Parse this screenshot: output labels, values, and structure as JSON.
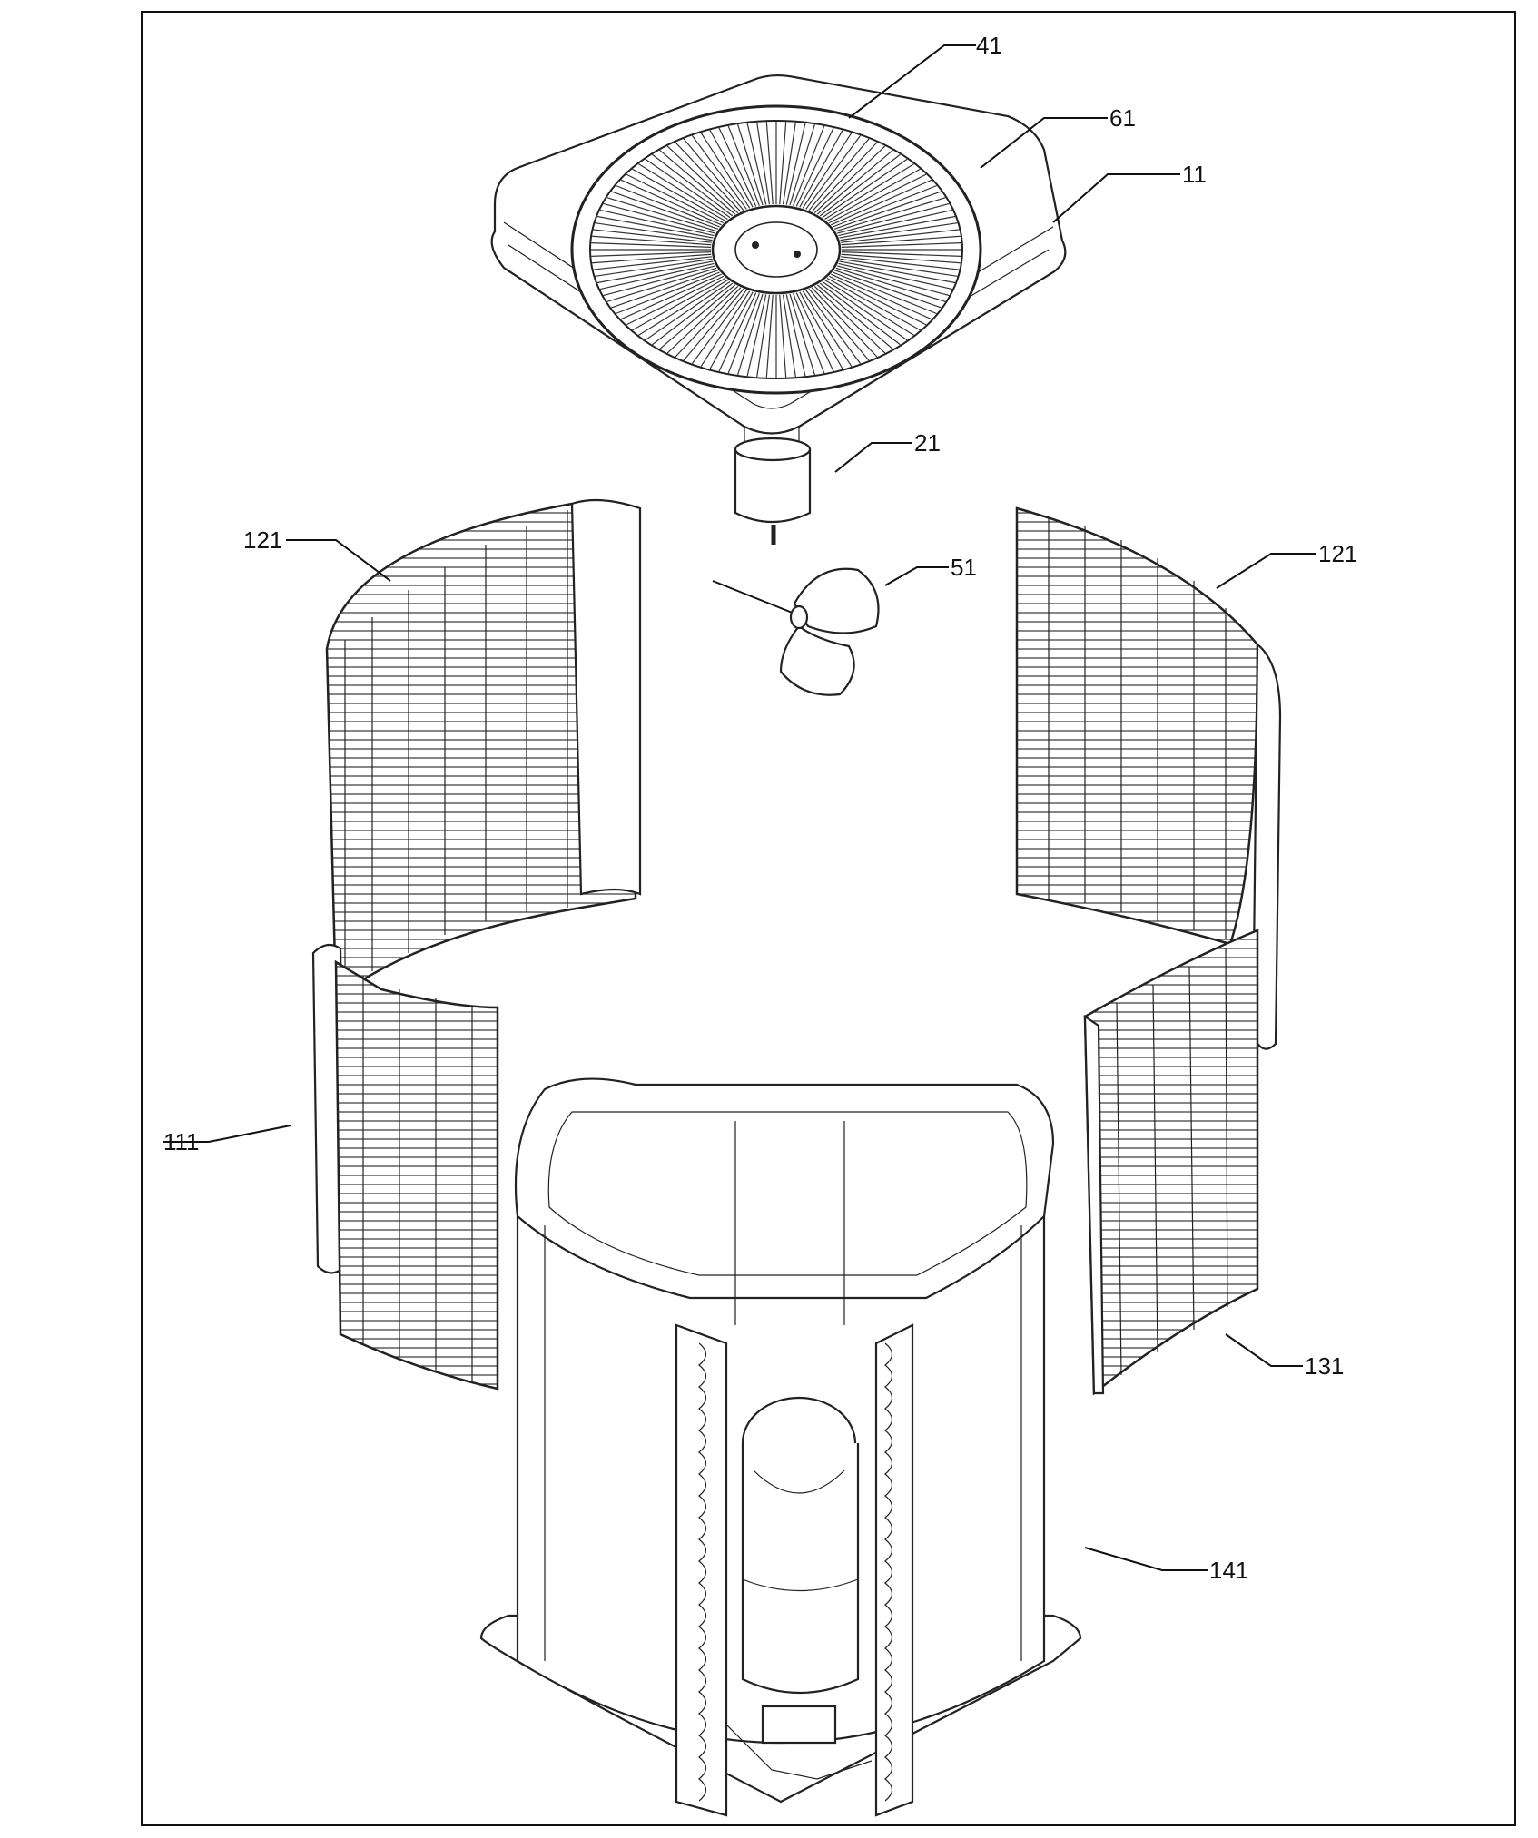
{
  "labels": {
    "l41": "41",
    "l61": "61",
    "l11": "11",
    "l21": "21",
    "l51": "51",
    "l121a": "121",
    "l121b": "121",
    "l111": "111",
    "l131": "131",
    "l141": "141"
  }
}
